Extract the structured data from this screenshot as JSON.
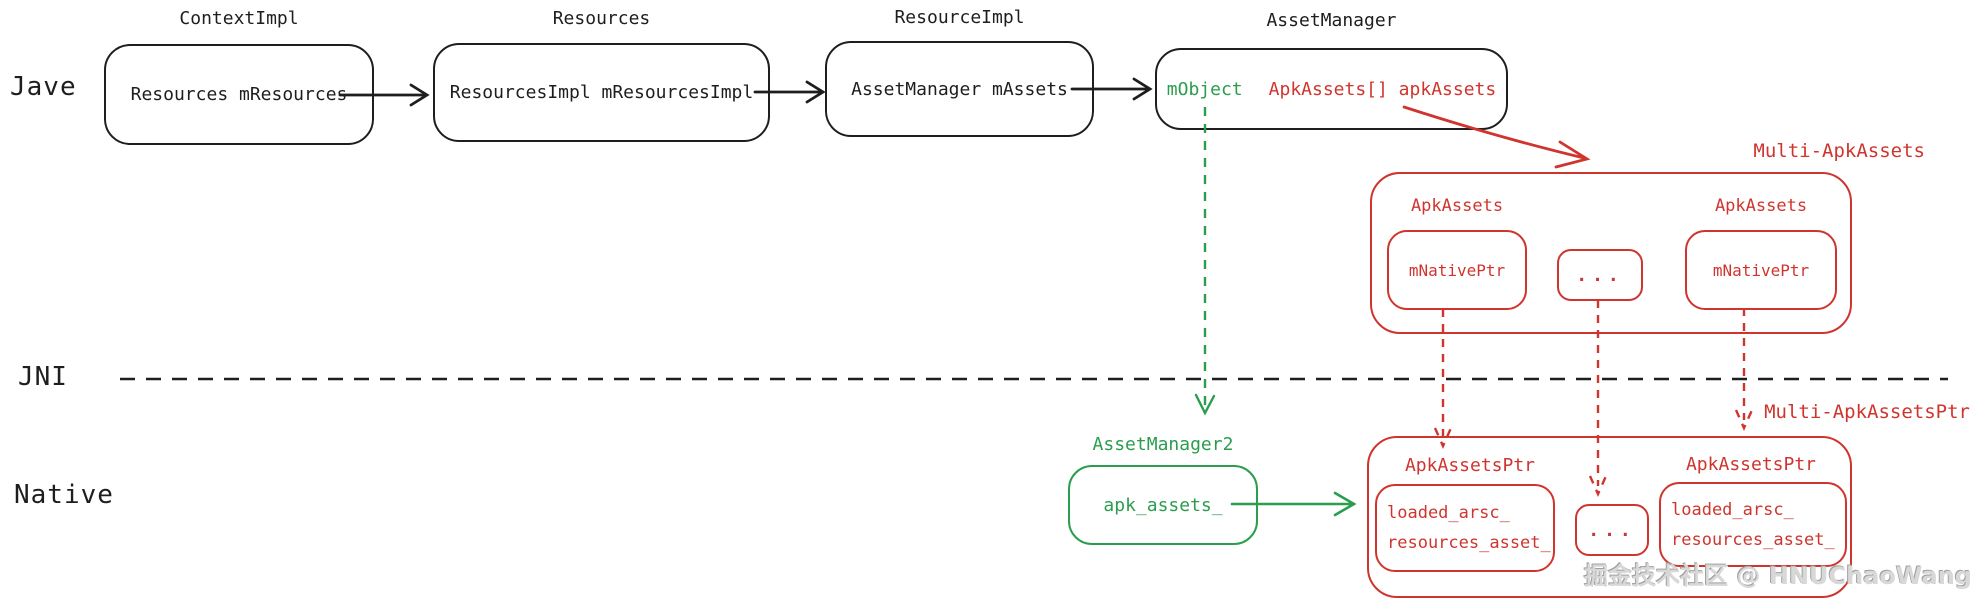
{
  "colors": {
    "ink": "#1e1e1e",
    "red": "#cf352e",
    "green": "#2a9d4e",
    "watermark_gray": "#d8d8d8"
  },
  "layer_labels": {
    "java": "Jave",
    "jni": "JNI",
    "native": "Native"
  },
  "java_chain": {
    "boxes": [
      {
        "title": "ContextImpl",
        "content": "Resources mResources"
      },
      {
        "title": "Resources",
        "content": "ResourcesImpl mResourcesImpl"
      },
      {
        "title": "ResourceImpl",
        "content": "AssetManager mAssets"
      },
      {
        "title": "AssetManager",
        "field_green": "mObject",
        "field_red": "ApkAssets[] apkAssets"
      }
    ]
  },
  "multi_apk_assets": {
    "title": "Multi-ApkAssets",
    "item_label_left": "ApkAssets",
    "item_field_left": "mNativePtr",
    "ellipsis": "...",
    "item_label_right": "ApkAssets",
    "item_field_right": "mNativePtr"
  },
  "asset_manager2": {
    "title": "AssetManager2",
    "field": "apk_assets_"
  },
  "multi_apk_assets_ptr": {
    "title": "Multi-ApkAssetsPtr",
    "item_label_left": "ApkAssetsPtr",
    "left_line1": "loaded_arsc_",
    "left_line2": "resources_asset_",
    "ellipsis": "...",
    "item_label_right": "ApkAssetsPtr",
    "right_line1": "loaded_arsc_",
    "right_line2": "resources_asset_"
  },
  "watermark": "掘金技术社区 @ HNUChaoWang"
}
